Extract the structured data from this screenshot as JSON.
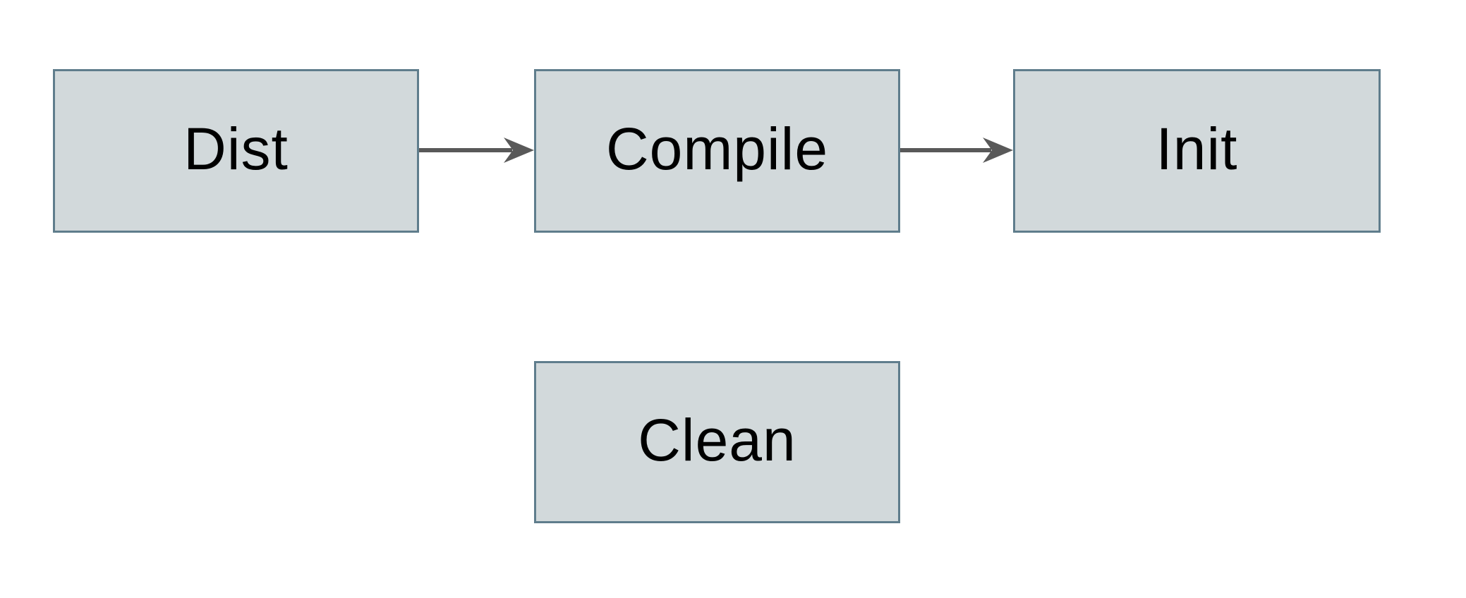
{
  "diagram": {
    "title": "",
    "nodes": [
      {
        "id": "dist",
        "label": "Dist"
      },
      {
        "id": "compile",
        "label": "Compile"
      },
      {
        "id": "init",
        "label": "Init"
      },
      {
        "id": "clean",
        "label": "Clean"
      }
    ],
    "edges": [
      {
        "from": "Dist",
        "to": "Compile",
        "style": "solid-arrow"
      },
      {
        "from": "Compile",
        "to": "Init",
        "style": "solid-arrow"
      }
    ]
  },
  "colors": {
    "canvas_bg": "#ffffff",
    "node_fill": "#d2d9db",
    "node_border": "#5f7d8c",
    "arrow": "#595959",
    "text": "#000000"
  }
}
